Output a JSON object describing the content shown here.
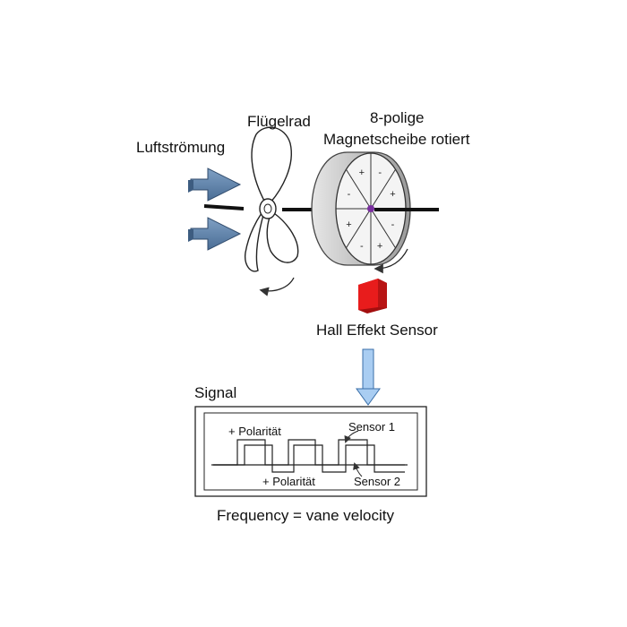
{
  "labels": {
    "airflow": "Luftströmung",
    "impeller": "Flügelrad",
    "disk_line1": "8-polige",
    "disk_line2": "Magnetscheibe rotiert",
    "sensor": "Hall Effekt Sensor",
    "signal": "Signal",
    "sensor1": "Sensor 1",
    "sensor2": "Sensor 2",
    "polarity_top": "+ Polarität",
    "polarity_bottom": "+ Polarität",
    "formula": "Frequency = vane velocity"
  },
  "disk_signs": [
    "+",
    "-",
    "+",
    "-",
    "+",
    "-",
    "+",
    "-"
  ],
  "colors": {
    "arrow_fill": "#5b7fa8",
    "arrow_dark": "#3d5c80",
    "sensor_red": "#e81c1c",
    "sensor_dark": "#a30f0f",
    "down_arrow": "#a9cdf2",
    "disk_face": "#f4f4f4",
    "disk_rim": "#c9c9c9",
    "hub": "#7a2fa0"
  }
}
